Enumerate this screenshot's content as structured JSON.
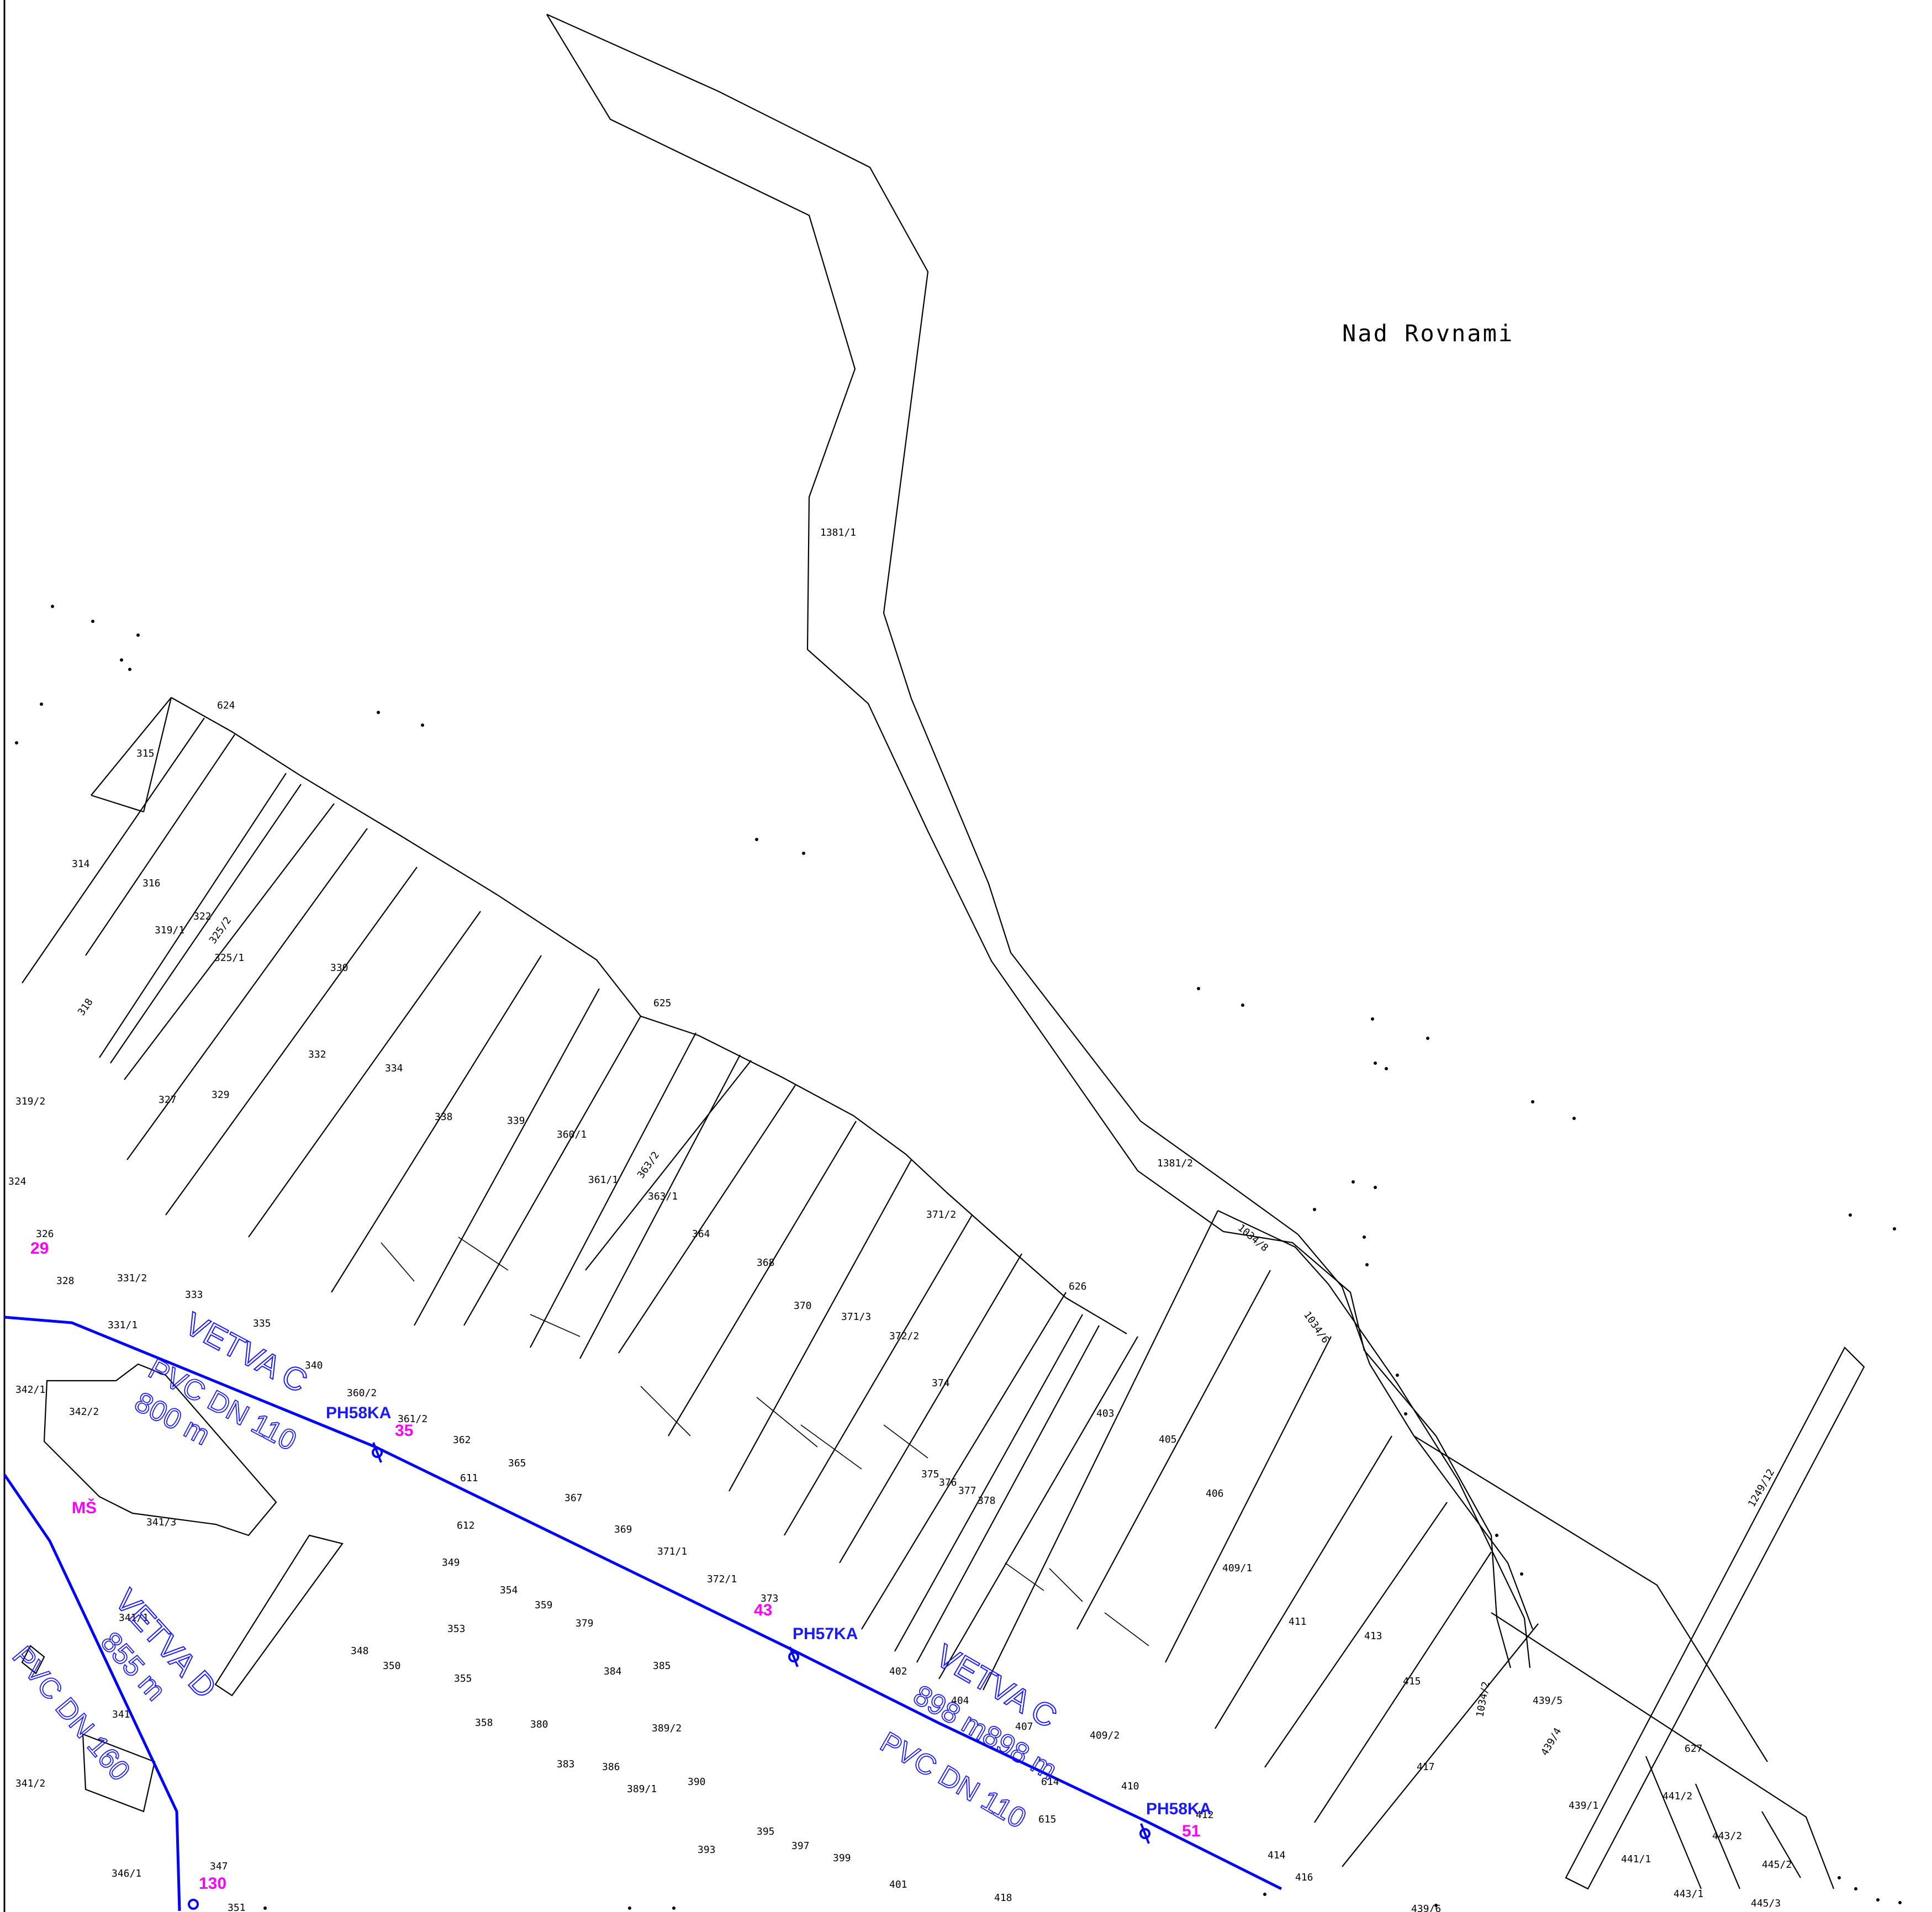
{
  "locality_name": "Nad Rovnami",
  "parcels": {
    "p1381_1": "1381/1",
    "p1381_2": "1381/2",
    "p624": "624",
    "p625": "625",
    "p626": "626",
    "p627": "627",
    "p315": "315",
    "p314": "314",
    "p316": "316",
    "p319_1": "319/1",
    "p322": "322",
    "p325_2": "325/2",
    "p325_1": "325/1",
    "p330": "330",
    "p318": "318",
    "p332": "332",
    "p334": "334",
    "p327": "327",
    "p329": "329",
    "p319_2": "319/2",
    "p338": "338",
    "p339": "339",
    "p360_1": "360/1",
    "p363_2": "363/2",
    "p361_1": "361/1",
    "p363_1": "363/1",
    "p364": "364",
    "p368": "368",
    "p371_2": "371/2",
    "p370": "370",
    "p371_3": "371/3",
    "p372_2": "372/2",
    "p374": "374",
    "p324": "324",
    "p326": "326",
    "p328": "328",
    "p331_2": "331/2",
    "p333": "333",
    "p331_1": "331/1",
    "p335": "335",
    "p340": "340",
    "p360_2": "360/2",
    "p361_2": "361/2",
    "p362": "362",
    "p611": "611",
    "p365": "365",
    "p367": "367",
    "p369": "369",
    "p371_1": "371/1",
    "p372_1": "372/1",
    "p373": "373",
    "p375": "375",
    "p376": "376",
    "p377": "377",
    "p378": "378",
    "p342_1": "342/1",
    "p342_2": "342/2",
    "p341_3": "341/3",
    "p612": "612",
    "p349": "349",
    "p354": "354",
    "p359": "359",
    "p379": "379",
    "p348": "348",
    "p350": "350",
    "p353": "353",
    "p355": "355",
    "p384": "384",
    "p385": "385",
    "p358": "358",
    "p380": "380",
    "p389_2": "389/2",
    "p383": "383",
    "p386": "386",
    "p389_1": "389/1",
    "p390": "390",
    "p393": "393",
    "p395": "395",
    "p397": "397",
    "p399": "399",
    "p401": "401",
    "p418": "418",
    "p341_1": "341/1",
    "p341": "341",
    "p341_2": "341/2",
    "p346_1": "346/1",
    "p347": "347",
    "p351": "351",
    "p1034_8": "1034/8",
    "p1034_6": "1034/6",
    "p403": "403",
    "p405": "405",
    "p406": "406",
    "p409_1": "409/1",
    "p411": "411",
    "p413": "413",
    "p415": "415",
    "p417": "417",
    "p402": "402",
    "p404": "404",
    "p407": "407",
    "p409_2": "409/2",
    "p614": "614",
    "p615": "615",
    "p410": "410",
    "p412": "412",
    "p414": "414",
    "p416": "416",
    "p1034_2": "1034/2",
    "p439_5": "439/5",
    "p439_4": "439/4",
    "p439_1": "439/1",
    "p1249_12": "1249/12",
    "p441_2": "441/2",
    "p443_2": "443/2",
    "p441_1": "441/1",
    "p445_2": "445/2",
    "p443_1": "443/1",
    "p445_3": "445/3",
    "p439_6": "439/6"
  },
  "pipeline_labels": {
    "branch_c_upper": "VETVA C",
    "pvc_upper": "PVC DN 110",
    "len_upper": "800 m",
    "branch_d": "VETVA D",
    "len_d": "855 m",
    "pvc_d": "PVC DN 160",
    "branch_c_lower": "VETVA C",
    "len_lower": "898 m898 m",
    "pvc_lower": "PVC DN 110"
  },
  "hydrants": {
    "h1": "PH58KA",
    "h2": "PH57KA",
    "h3": "PH58KA"
  },
  "house_numbers": {
    "n29": "29",
    "n35": "35",
    "ms": "MŠ",
    "n43": "43",
    "n51": "51",
    "n130": "130"
  },
  "colors": {
    "pipeline": "#0000ff",
    "annotation": "#ff00ff",
    "lines": "#000000"
  }
}
